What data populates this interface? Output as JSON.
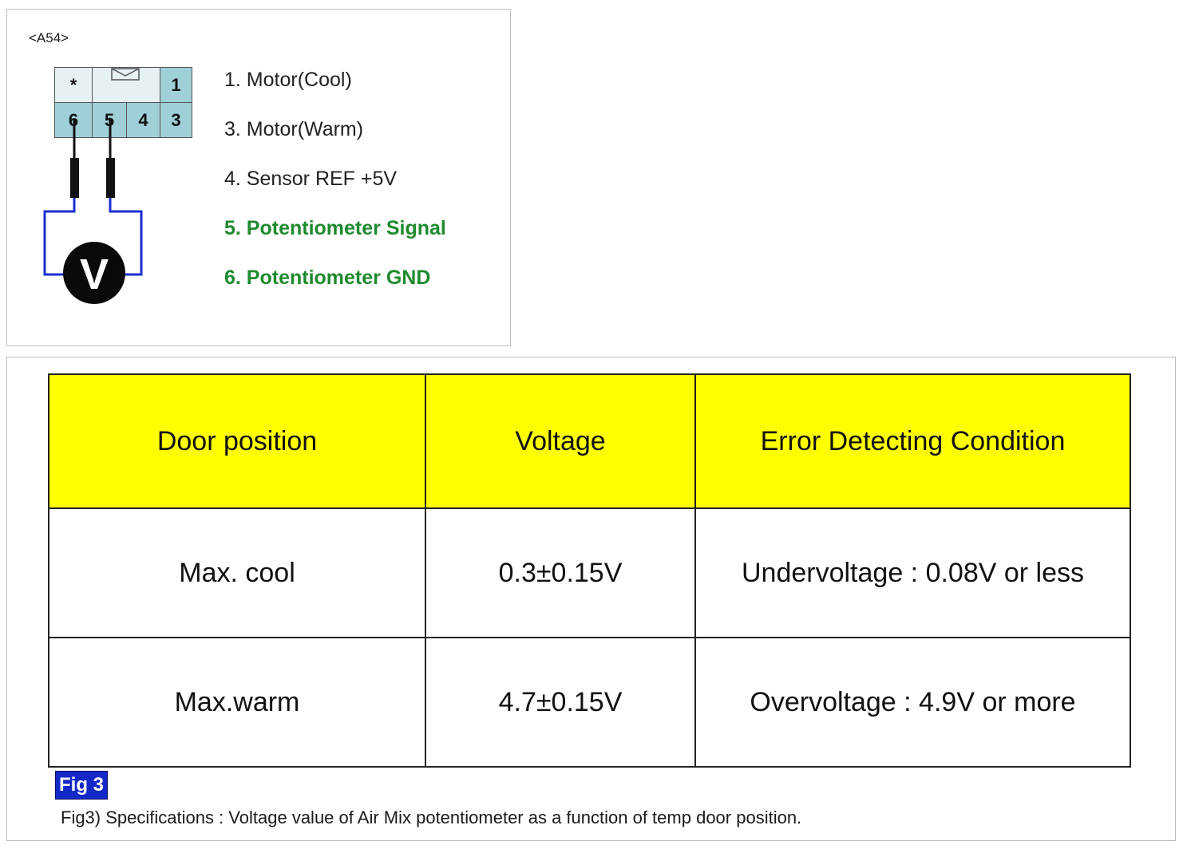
{
  "connector": {
    "id": "<A54>",
    "pins_top": [
      "*",
      "",
      "1"
    ],
    "pins_bottom": [
      "6",
      "5",
      "4",
      "3"
    ],
    "meter_label": "V"
  },
  "legend": [
    {
      "text": "1. Motor(Cool)",
      "highlight": false
    },
    {
      "text": "3. Motor(Warm)",
      "highlight": false
    },
    {
      "text": "4. Sensor REF +5V",
      "highlight": false
    },
    {
      "text": "5. Potentiometer Signal",
      "highlight": true
    },
    {
      "text": "6. Potentiometer GND",
      "highlight": true
    }
  ],
  "table": {
    "headers": [
      "Door position",
      "Voltage",
      "Error Detecting Condition"
    ],
    "rows": [
      [
        "Max. cool",
        "0.3±0.15V",
        "Undervoltage : 0.08V or less"
      ],
      [
        "Max.warm",
        "4.7±0.15V",
        "Overvoltage : 4.9V or more"
      ]
    ]
  },
  "figure": {
    "badge": "Fig 3",
    "caption": "Fig3) Specifications : Voltage value of Air Mix potentiometer as a function of temp door position."
  },
  "colors": {
    "header_bg": "#ffff00",
    "highlight_text": "#1f8a2e",
    "wire": "#1a2fd0",
    "badge_bg": "#1428c8"
  }
}
